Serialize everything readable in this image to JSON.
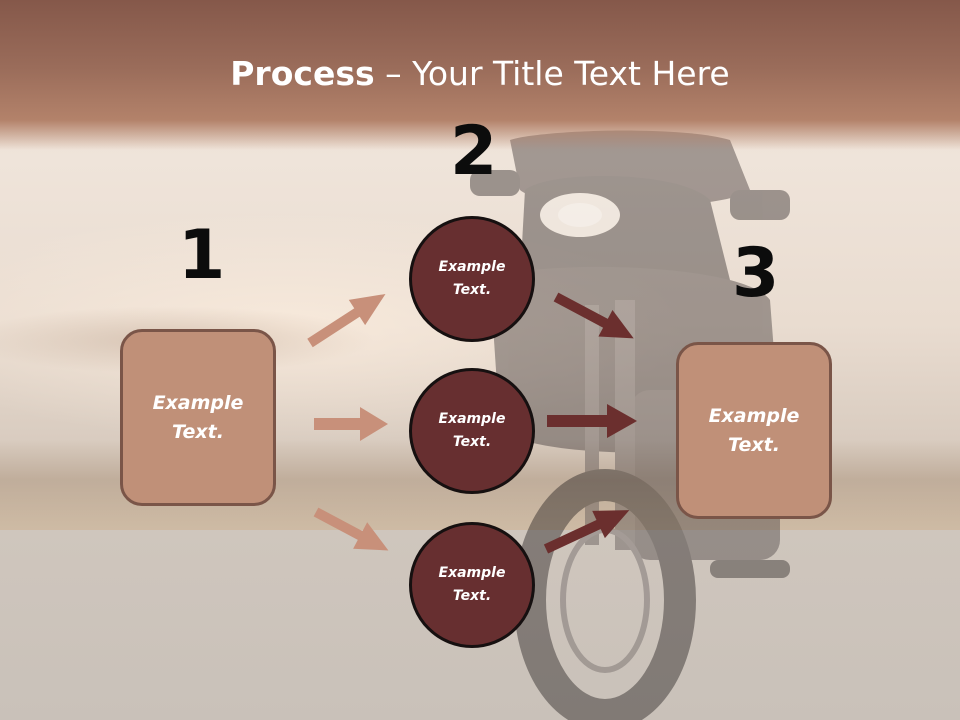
{
  "slide": {
    "title_bold": "Process",
    "title_rest": " – Your Title Text Here"
  },
  "steps": {
    "step1": "1",
    "step2": "2",
    "step3": "3"
  },
  "boxes": {
    "left": "Example Text.",
    "right": "Example Text."
  },
  "circles": {
    "top": "Example Text.",
    "middle": "Example Text.",
    "bottom": "Example Text."
  },
  "colors": {
    "header": "#8e5f4e",
    "box_fill": "#c09078",
    "box_border": "#7a5548",
    "circle_fill": "#672f30",
    "arrow_light": "#c8907a",
    "arrow_dark": "#6b2f2e",
    "number_text": "#0c0c0c"
  }
}
